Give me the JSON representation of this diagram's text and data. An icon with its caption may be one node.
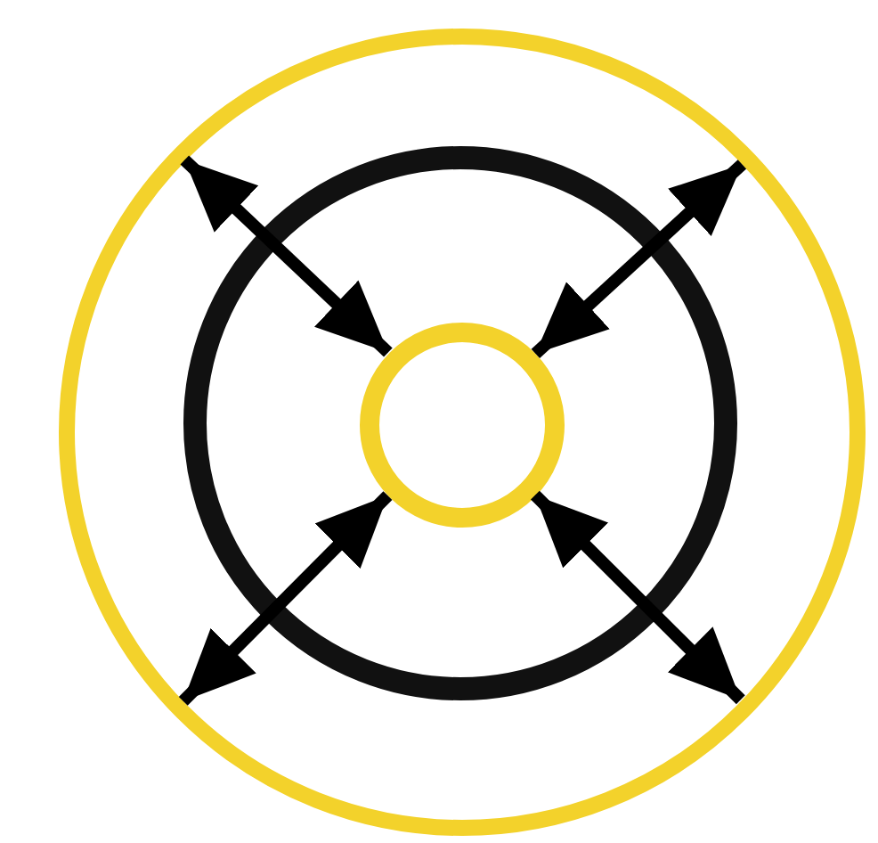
{
  "diagram": {
    "nodes": [
      {
        "text": [],
        "shape": "circle"
      },
      {
        "text": [],
        "shape": "circle",
        "in": 0
      },
      {
        "text": [],
        "shape": "circle",
        "in": 1
      }
    ],
    "edges": [
      {
        "from": 2,
        "to": 0,
        "arrow": "both"
      },
      {
        "from": 2,
        "to": 0,
        "arrow": "both"
      },
      {
        "from": 2,
        "to": 0,
        "arrow": "both"
      },
      {
        "from": 2,
        "to": 0,
        "arrow": "both"
      }
    ]
  }
}
